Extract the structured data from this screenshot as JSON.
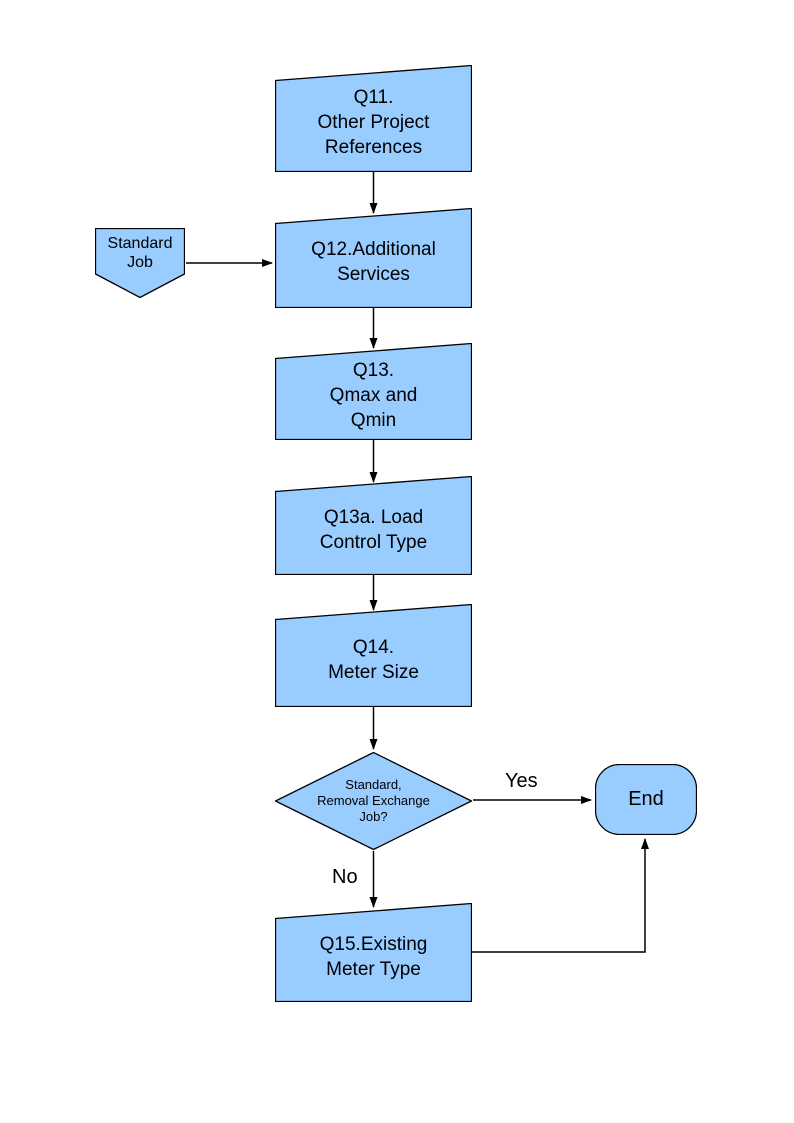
{
  "nodes": {
    "q11": {
      "label": "Q11.\nOther Project\nReferences"
    },
    "standard_job": {
      "label": "Standard\nJob"
    },
    "q12": {
      "label": "Q12.Additional\nServices"
    },
    "q13": {
      "label": "Q13.\nQmax and\nQmin"
    },
    "q13a": {
      "label": "Q13a. Load\nControl Type"
    },
    "q14": {
      "label": "Q14.\nMeter Size"
    },
    "decision": {
      "label": "Standard,\nRemoval Exchange\nJob?"
    },
    "q15": {
      "label": "Q15.Existing\nMeter Type"
    },
    "end": {
      "label": "End"
    }
  },
  "edge_labels": {
    "yes": "Yes",
    "no": "No"
  },
  "colors": {
    "node_fill": "#99CCFF",
    "node_border": "#000000",
    "arrow": "#000000",
    "background": "#FFFFFF"
  }
}
